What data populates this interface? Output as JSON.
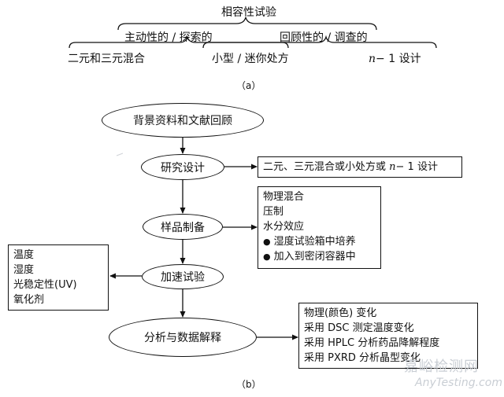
{
  "part_a": {
    "top_label": "相容性试验",
    "left_label": "主动性的 / 探索的",
    "right_label": "回顾性的 / 调查的",
    "bottom_left": "二元和三元混合",
    "bottom_mid": "小型 / 迷你处方",
    "bottom_right": "− 1 设计",
    "bottom_right_var": "n",
    "caption": "（a）"
  },
  "part_b": {
    "nodes": {
      "background": "背景资料和文献回顾",
      "design": "研究设计",
      "prep": "样品制备",
      "accel": "加速试验",
      "analysis": "分析与数据解释"
    },
    "design_box": {
      "text": "二元、三元混合或小处方或",
      "var": "n",
      "tail": "− 1 设计"
    },
    "prep_box": {
      "plain": [
        "物理混合",
        "压制",
        "水分效应"
      ],
      "bulleted": [
        "湿度试验箱中培养",
        "加入到密闭容器中"
      ]
    },
    "accel_box": [
      "温度",
      "湿度",
      "光稳定性(UV)",
      "氧化剂"
    ],
    "analysis_box": [
      "物理(颜色) 变化",
      "采用 DSC 测定温度变化",
      "采用 HPLC 分析药品降解程度",
      "采用 PXRD 分析晶型变化"
    ],
    "caption": "（b）"
  },
  "watermark": {
    "cn": "嘉峪检测网",
    "en": "AnyTesting.com"
  }
}
